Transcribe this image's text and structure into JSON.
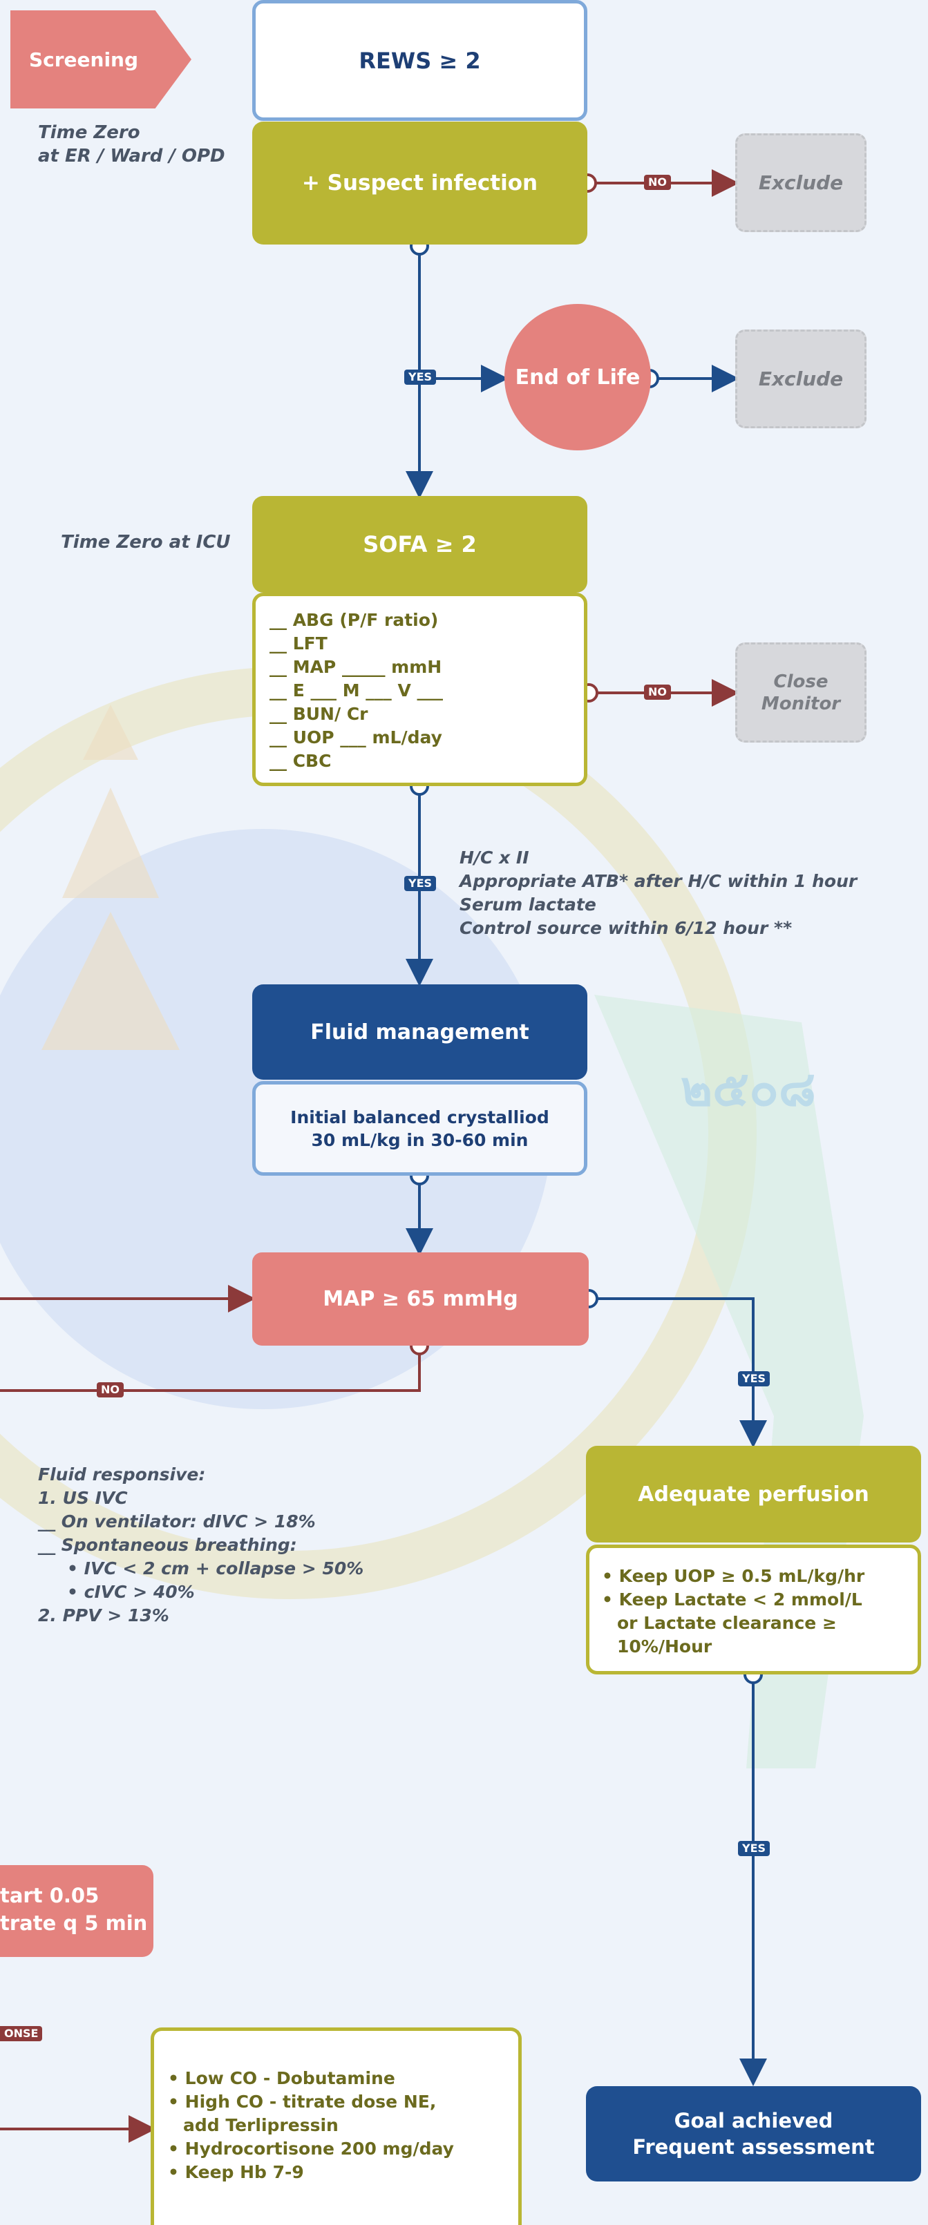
{
  "screening": {
    "tab_label": "Screening",
    "time_zero": [
      "Time Zero",
      "at ER / Ward / OPD"
    ],
    "rews": "REWS ≥ 2",
    "suspect": "+ Suspect infection",
    "exclude_1": "Exclude",
    "end_of_life": "End of Life",
    "exclude_2": "Exclude"
  },
  "icu": {
    "time_zero": "Time Zero at ICU",
    "sofa": "SOFA ≥ 2",
    "checklist": [
      "__ ABG (P/F ratio)",
      "__ LFT",
      "__ MAP _____ mmH",
      "__ E ___ M ___ V ___",
      "__ BUN/ Cr",
      "__ UOP ___ mL/day",
      "__ CBC"
    ],
    "close_monitor": [
      "Close",
      "Monitor"
    ],
    "orders": [
      "H/C x II",
      "Appropriate ATB* after H/C within 1 hour",
      "Serum lactate",
      "Control source within 6/12 hour **"
    ]
  },
  "fluid": {
    "header": "Fluid management",
    "body": [
      "Initial balanced crystalliod",
      "30 mL/kg in 30-60 min"
    ]
  },
  "map": {
    "label": "MAP ≥ 65 mmHg"
  },
  "fluid_responsive": {
    "lines": [
      "Fluid responsive:",
      "1. US IVC",
      "__ On ventilator: dIVC > 18%",
      "__ Spontaneous breathing:",
      "• IVC < 2 cm + collapse > 50%",
      "• cIVC > 40%",
      "2. PPV > 13%"
    ]
  },
  "perfusion": {
    "header": "Adequate perfusion",
    "body": [
      "• Keep UOP ≥ 0.5 mL/kg/hr",
      "• Keep Lactate < 2 mmol/L",
      "or Lactate clearance ≥ 10%/Hour"
    ]
  },
  "vaso": {
    "lines": [
      "tart 0.05",
      "trate q 5 min"
    ]
  },
  "response_tag": "ONSE",
  "low_co": {
    "lines": [
      "• Low CO - Dobutamine",
      "• High CO - titrate dose NE,",
      "add Terlipressin",
      "• Hydrocortisone 200 mg/day",
      "• Keep Hb 7-9"
    ]
  },
  "goal": {
    "lines": [
      "Goal achieved",
      "Frequent assessment"
    ]
  },
  "badges": {
    "no": "NO",
    "yes": "YES"
  },
  "watermark": {
    "thai_year": "๒๕๐๘"
  },
  "colors": {
    "green": "#b9b634",
    "salmon": "#e4827e",
    "navy": "#1f4f90",
    "grey": "#d7d8dc",
    "arrow_no": "#8c3a3a",
    "arrow_yes": "#1e4d8a"
  }
}
